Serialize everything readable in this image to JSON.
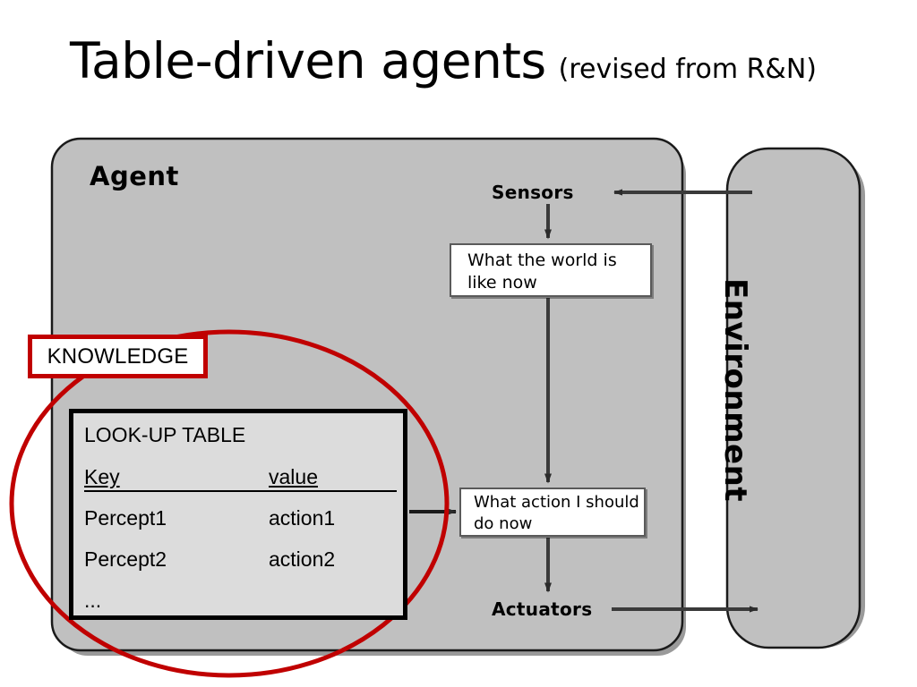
{
  "slide": {
    "title_main": "Table-driven agents",
    "title_sub": "(revised from R&N)"
  },
  "diagram": {
    "agent_label": "Agent",
    "environment_label": "Environment",
    "sensors_label": "Sensors",
    "actuators_label": "Actuators",
    "box_world": "What the world\nis like now",
    "box_action": "What action I\nshould do now",
    "knowledge_label": "KNOWLEDGE",
    "lookup_table": {
      "title": "LOOK-UP TABLE",
      "header": {
        "key": "Key",
        "value": "value"
      },
      "rows": [
        {
          "key": "Percept1",
          "value": "action1"
        },
        {
          "key": "Percept2",
          "value": "action2"
        }
      ],
      "ellipsis": "..."
    }
  },
  "colors": {
    "agent_fill": "#c0c0c0",
    "environment_fill": "#c0c0c0",
    "table_fill": "#dcdcdc",
    "box_fill": "#ffffff",
    "highlight_red": "#c00000",
    "outline": "#000000",
    "arrow": "#3a3a3a"
  }
}
